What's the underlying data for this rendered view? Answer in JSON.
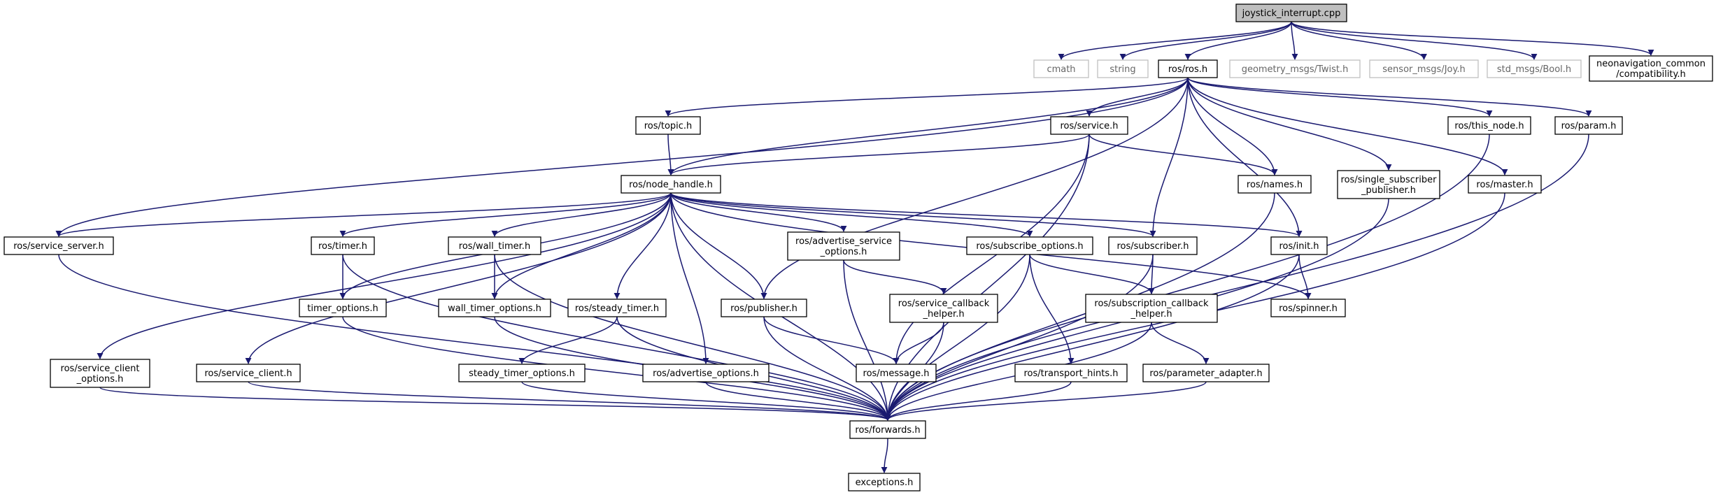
{
  "colors": {
    "edge": "#191970",
    "root_fill": "#bfbfbf",
    "root_border": "#000000",
    "node_border": "#000000",
    "external_border": "#bfbfbf",
    "external_text": "#666666",
    "text": "#000000",
    "background": "#ffffff"
  },
  "nodes": [
    {
      "id": "root",
      "label": "joystick_interrupt.cpp",
      "kind": "root"
    },
    {
      "id": "cmath",
      "label": "cmath",
      "kind": "external"
    },
    {
      "id": "string",
      "label": "string",
      "kind": "external"
    },
    {
      "id": "ros_ros",
      "label": "ros/ros.h",
      "kind": "normal"
    },
    {
      "id": "geometry_twist",
      "label": "geometry_msgs/Twist.h",
      "kind": "external"
    },
    {
      "id": "sensor_joy",
      "label": "sensor_msgs/Joy.h",
      "kind": "external"
    },
    {
      "id": "std_bool",
      "label": "std_msgs/Bool.h",
      "kind": "external"
    },
    {
      "id": "neonav_compat",
      "label": "neonavigation_common\n/compatibility.h",
      "kind": "normal"
    },
    {
      "id": "topic",
      "label": "ros/topic.h",
      "kind": "normal"
    },
    {
      "id": "service",
      "label": "ros/service.h",
      "kind": "normal"
    },
    {
      "id": "this_node",
      "label": "ros/this_node.h",
      "kind": "normal"
    },
    {
      "id": "param",
      "label": "ros/param.h",
      "kind": "normal"
    },
    {
      "id": "node_handle",
      "label": "ros/node_handle.h",
      "kind": "normal"
    },
    {
      "id": "names",
      "label": "ros/names.h",
      "kind": "normal"
    },
    {
      "id": "single_sub_pub",
      "label": "ros/single_subscriber\n_publisher.h",
      "kind": "normal"
    },
    {
      "id": "master",
      "label": "ros/master.h",
      "kind": "normal"
    },
    {
      "id": "service_server",
      "label": "ros/service_server.h",
      "kind": "normal"
    },
    {
      "id": "timer",
      "label": "ros/timer.h",
      "kind": "normal"
    },
    {
      "id": "wall_timer",
      "label": "ros/wall_timer.h",
      "kind": "normal"
    },
    {
      "id": "adv_service_opts",
      "label": "ros/advertise_service\n_options.h",
      "kind": "normal"
    },
    {
      "id": "subscribe_opts",
      "label": "ros/subscribe_options.h",
      "kind": "normal"
    },
    {
      "id": "subscriber",
      "label": "ros/subscriber.h",
      "kind": "normal"
    },
    {
      "id": "init",
      "label": "ros/init.h",
      "kind": "normal"
    },
    {
      "id": "timer_opts",
      "label": "timer_options.h",
      "kind": "normal"
    },
    {
      "id": "wall_timer_opts",
      "label": "wall_timer_options.h",
      "kind": "normal"
    },
    {
      "id": "steady_timer",
      "label": "ros/steady_timer.h",
      "kind": "normal"
    },
    {
      "id": "publisher",
      "label": "ros/publisher.h",
      "kind": "normal"
    },
    {
      "id": "service_cb_helper",
      "label": "ros/service_callback\n_helper.h",
      "kind": "normal"
    },
    {
      "id": "subscription_cb_helper",
      "label": "ros/subscription_callback\n_helper.h",
      "kind": "normal"
    },
    {
      "id": "spinner",
      "label": "ros/spinner.h",
      "kind": "normal"
    },
    {
      "id": "service_client_opts",
      "label": "ros/service_client\n_options.h",
      "kind": "normal"
    },
    {
      "id": "service_client",
      "label": "ros/service_client.h",
      "kind": "normal"
    },
    {
      "id": "steady_timer_opts",
      "label": "steady_timer_options.h",
      "kind": "normal"
    },
    {
      "id": "advertise_opts",
      "label": "ros/advertise_options.h",
      "kind": "normal"
    },
    {
      "id": "message",
      "label": "ros/message.h",
      "kind": "normal"
    },
    {
      "id": "transport_hints",
      "label": "ros/transport_hints.h",
      "kind": "normal"
    },
    {
      "id": "parameter_adapter",
      "label": "ros/parameter_adapter.h",
      "kind": "normal"
    },
    {
      "id": "forwards",
      "label": "ros/forwards.h",
      "kind": "normal"
    },
    {
      "id": "exceptions",
      "label": "exceptions.h",
      "kind": "normal"
    }
  ],
  "edges": [
    [
      "root",
      "cmath"
    ],
    [
      "root",
      "string"
    ],
    [
      "root",
      "ros_ros"
    ],
    [
      "root",
      "geometry_twist"
    ],
    [
      "root",
      "sensor_joy"
    ],
    [
      "root",
      "std_bool"
    ],
    [
      "root",
      "neonav_compat"
    ],
    [
      "ros_ros",
      "topic"
    ],
    [
      "ros_ros",
      "service"
    ],
    [
      "ros_ros",
      "this_node"
    ],
    [
      "ros_ros",
      "param"
    ],
    [
      "ros_ros",
      "node_handle"
    ],
    [
      "ros_ros",
      "names"
    ],
    [
      "ros_ros",
      "single_sub_pub"
    ],
    [
      "ros_ros",
      "master"
    ],
    [
      "ros_ros",
      "service_server"
    ],
    [
      "ros_ros",
      "subscriber"
    ],
    [
      "ros_ros",
      "init"
    ],
    [
      "ros_ros",
      "publisher"
    ],
    [
      "topic",
      "node_handle"
    ],
    [
      "service",
      "node_handle"
    ],
    [
      "service",
      "names"
    ],
    [
      "service",
      "message"
    ],
    [
      "service",
      "forwards"
    ],
    [
      "this_node",
      "forwards"
    ],
    [
      "param",
      "forwards"
    ],
    [
      "names",
      "forwards"
    ],
    [
      "single_sub_pub",
      "forwards"
    ],
    [
      "master",
      "forwards"
    ],
    [
      "node_handle",
      "service_server"
    ],
    [
      "node_handle",
      "timer"
    ],
    [
      "node_handle",
      "wall_timer"
    ],
    [
      "node_handle",
      "adv_service_opts"
    ],
    [
      "node_handle",
      "subscribe_opts"
    ],
    [
      "node_handle",
      "subscriber"
    ],
    [
      "node_handle",
      "init"
    ],
    [
      "node_handle",
      "timer_opts"
    ],
    [
      "node_handle",
      "wall_timer_opts"
    ],
    [
      "node_handle",
      "steady_timer"
    ],
    [
      "node_handle",
      "publisher"
    ],
    [
      "node_handle",
      "spinner"
    ],
    [
      "node_handle",
      "service_client_opts"
    ],
    [
      "node_handle",
      "service_client"
    ],
    [
      "node_handle",
      "advertise_opts"
    ],
    [
      "node_handle",
      "forwards"
    ],
    [
      "service_server",
      "forwards"
    ],
    [
      "timer",
      "timer_opts"
    ],
    [
      "timer",
      "forwards"
    ],
    [
      "wall_timer",
      "wall_timer_opts"
    ],
    [
      "wall_timer",
      "forwards"
    ],
    [
      "adv_service_opts",
      "service_cb_helper"
    ],
    [
      "adv_service_opts",
      "forwards"
    ],
    [
      "subscribe_opts",
      "subscription_cb_helper"
    ],
    [
      "subscribe_opts",
      "transport_hints"
    ],
    [
      "subscribe_opts",
      "forwards"
    ],
    [
      "subscriber",
      "subscription_cb_helper"
    ],
    [
      "subscriber",
      "forwards"
    ],
    [
      "init",
      "spinner"
    ],
    [
      "init",
      "forwards"
    ],
    [
      "timer_opts",
      "forwards"
    ],
    [
      "wall_timer_opts",
      "forwards"
    ],
    [
      "steady_timer",
      "steady_timer_opts"
    ],
    [
      "steady_timer",
      "forwards"
    ],
    [
      "publisher",
      "message"
    ],
    [
      "publisher",
      "forwards"
    ],
    [
      "service_cb_helper",
      "message"
    ],
    [
      "service_cb_helper",
      "forwards"
    ],
    [
      "subscription_cb_helper",
      "parameter_adapter"
    ],
    [
      "subscription_cb_helper",
      "forwards"
    ],
    [
      "service_client_opts",
      "forwards"
    ],
    [
      "service_client",
      "forwards"
    ],
    [
      "steady_timer_opts",
      "forwards"
    ],
    [
      "advertise_opts",
      "forwards"
    ],
    [
      "transport_hints",
      "forwards"
    ],
    [
      "parameter_adapter",
      "forwards"
    ],
    [
      "forwards",
      "exceptions"
    ]
  ]
}
